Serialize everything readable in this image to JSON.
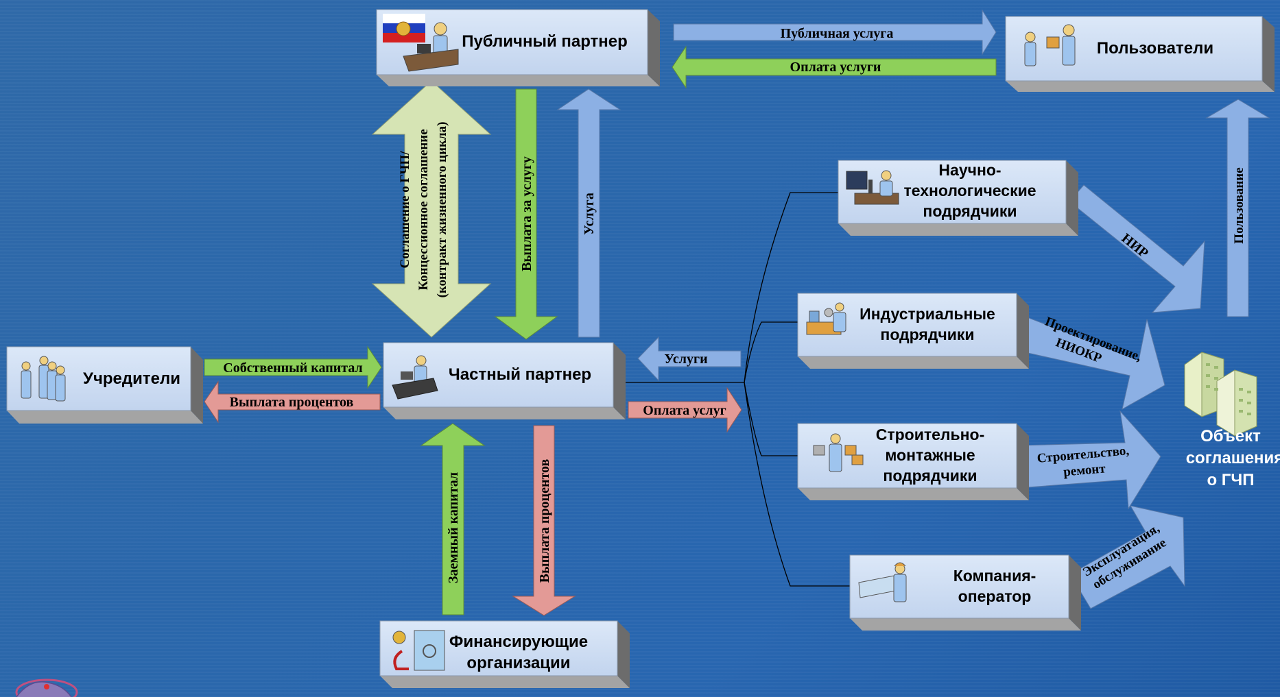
{
  "colors": {
    "box_face": "#c9d9ef",
    "box_top": "#a8a8a8",
    "box_side": "#6f6f6f",
    "arrow_blue": "#8cb0e4",
    "arrow_green": "#8ed05a",
    "arrow_pink": "#e39a96",
    "arrow_cream": "#d6e4b4",
    "line": "#000000"
  },
  "boxes": {
    "public_partner": "Публичный партнер",
    "users": "Пользователи",
    "founders": "Учредители",
    "private_partner": "Частный партнер",
    "financing": [
      "Финансирующие",
      "организации"
    ],
    "sci_tech": [
      "Научно-",
      "технологические",
      "подрядчики"
    ],
    "industrial": [
      "Индустриальные",
      "подрядчики"
    ],
    "construction": [
      "Строительно-",
      "монтажные",
      "подрядчики"
    ],
    "operator": [
      "Компания-",
      "оператор"
    ]
  },
  "object": [
    "Объект",
    "соглашения",
    "о ГЧП"
  ],
  "arrows": {
    "public_service": "Публичная услуга",
    "service_payment": "Оплата услуги",
    "agreement": [
      "Соглашение о ГЧП/",
      "Концессионное соглашение",
      "(контракт жизненного цикла)"
    ],
    "payment_for_service": "Выплата за услугу",
    "service": "Услуга",
    "equity": "Собственный капитал",
    "interest_to_founders": "Выплата процентов",
    "services_in": "Услуги",
    "services_payment_out": "Оплата услуг",
    "loan": "Заемный капитал",
    "interest_to_financing": "Выплата процентов",
    "usage": "Пользование",
    "rnd": "НИР",
    "design": [
      "Проектирование,",
      "НИОКР"
    ],
    "construction": [
      "Строительство,",
      "ремонт"
    ],
    "operation": [
      "Эксплуатация,",
      "обслуживание"
    ]
  }
}
